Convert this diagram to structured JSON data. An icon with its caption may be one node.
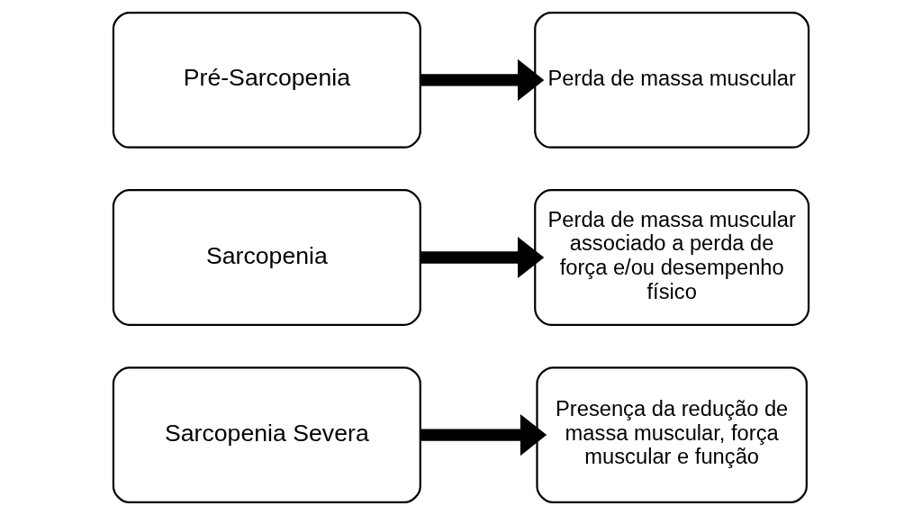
{
  "diagram": {
    "nodes": [
      {
        "text": [
          "Pré-Sarcopenia"
        ]
      },
      {
        "text": [
          "Perda de massa muscular"
        ]
      },
      {
        "text": [
          "Sarcopenia"
        ]
      },
      {
        "text": [
          "Perda de massa muscular associado a perda de força e/ou desempenho físico"
        ]
      },
      {
        "text": [
          "Sarcopenia Severa"
        ]
      },
      {
        "text": [
          "Presença da redução de massa muscular, força muscular e função"
        ]
      }
    ],
    "edges": [
      {
        "from": 0,
        "to": 1,
        "arrow": "to"
      },
      {
        "from": 2,
        "to": 3,
        "arrow": "to"
      },
      {
        "from": 4,
        "to": 5,
        "arrow": "to"
      }
    ]
  }
}
